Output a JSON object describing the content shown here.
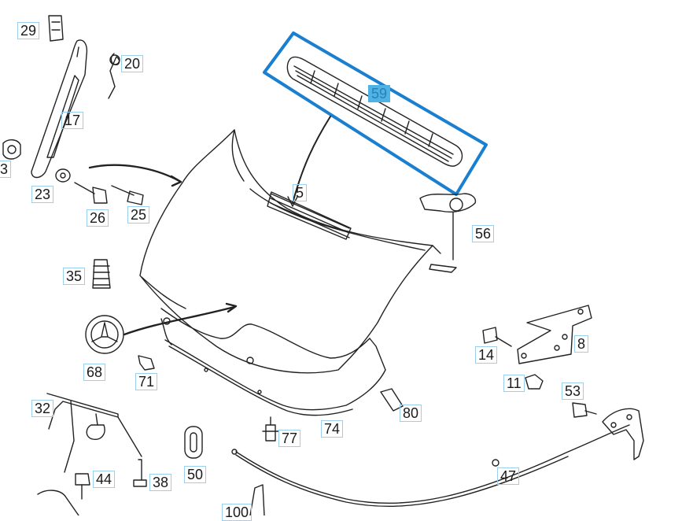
{
  "diagram": {
    "highlight_color": "#1b7fd0",
    "labels": {
      "p3": "3",
      "p5": "5",
      "p8": "8",
      "p11": "11",
      "p14": "14",
      "p17": "17",
      "p20": "20",
      "p23": "23",
      "p25": "25",
      "p26": "26",
      "p29": "29",
      "p32": "32",
      "p35": "35",
      "p38": "38",
      "p44": "44",
      "p47": "47",
      "p50": "50",
      "p53": "53",
      "p56": "56",
      "p59": "59",
      "p68": "68",
      "p71": "71",
      "p74": "74",
      "p77": "77",
      "p80": "80",
      "p100": "100"
    },
    "selected_part": "59"
  }
}
